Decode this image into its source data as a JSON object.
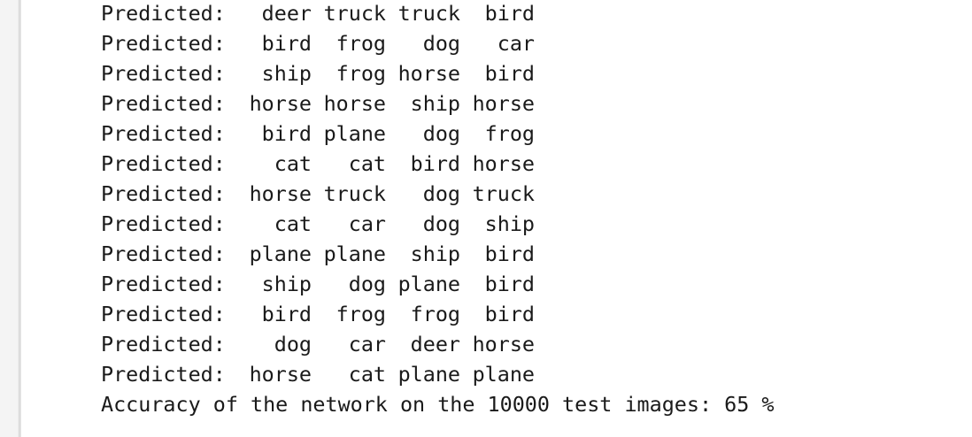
{
  "console": {
    "prefix": "Predicted:",
    "rows": [
      [
        "deer",
        "truck",
        "truck",
        "bird"
      ],
      [
        "bird",
        "frog",
        "dog",
        "car"
      ],
      [
        "ship",
        "frog",
        "horse",
        "bird"
      ],
      [
        "horse",
        "horse",
        "ship",
        "horse"
      ],
      [
        "bird",
        "plane",
        "dog",
        "frog"
      ],
      [
        "cat",
        "cat",
        "bird",
        "horse"
      ],
      [
        "horse",
        "truck",
        "dog",
        "truck"
      ],
      [
        "cat",
        "car",
        "dog",
        "ship"
      ],
      [
        "plane",
        "plane",
        "ship",
        "bird"
      ],
      [
        "ship",
        "dog",
        "plane",
        "bird"
      ],
      [
        "bird",
        "frog",
        "frog",
        "bird"
      ],
      [
        "dog",
        "car",
        "deer",
        "horse"
      ],
      [
        "horse",
        "cat",
        "plane",
        "plane"
      ]
    ],
    "accuracy_line": "Accuracy of the network on the 10000 test images: 65 %"
  }
}
